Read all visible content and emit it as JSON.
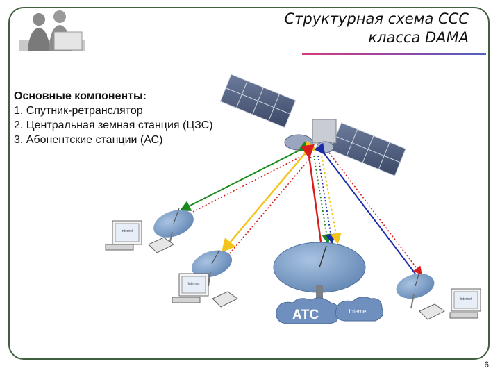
{
  "slide": {
    "title_line1": "Структурная схема  ССС",
    "title_line2": "класса DAMA",
    "page_number": "6"
  },
  "components": {
    "heading": "Основные компоненты:",
    "items": [
      "1. Спутник-ретранслятор",
      "2. Центральная земная станция (ЦЗС)",
      "3. Абонентские станции (АС)"
    ]
  },
  "diagram": {
    "ats_label": "АТС",
    "internet_cloud_label": "Internet",
    "screen_label": "Internet",
    "colors": {
      "green": "#1a8a1a",
      "red": "#d81e1e",
      "yellow": "#f2c41c",
      "blue": "#1a2aa8",
      "dish": "#6f93bf"
    }
  }
}
